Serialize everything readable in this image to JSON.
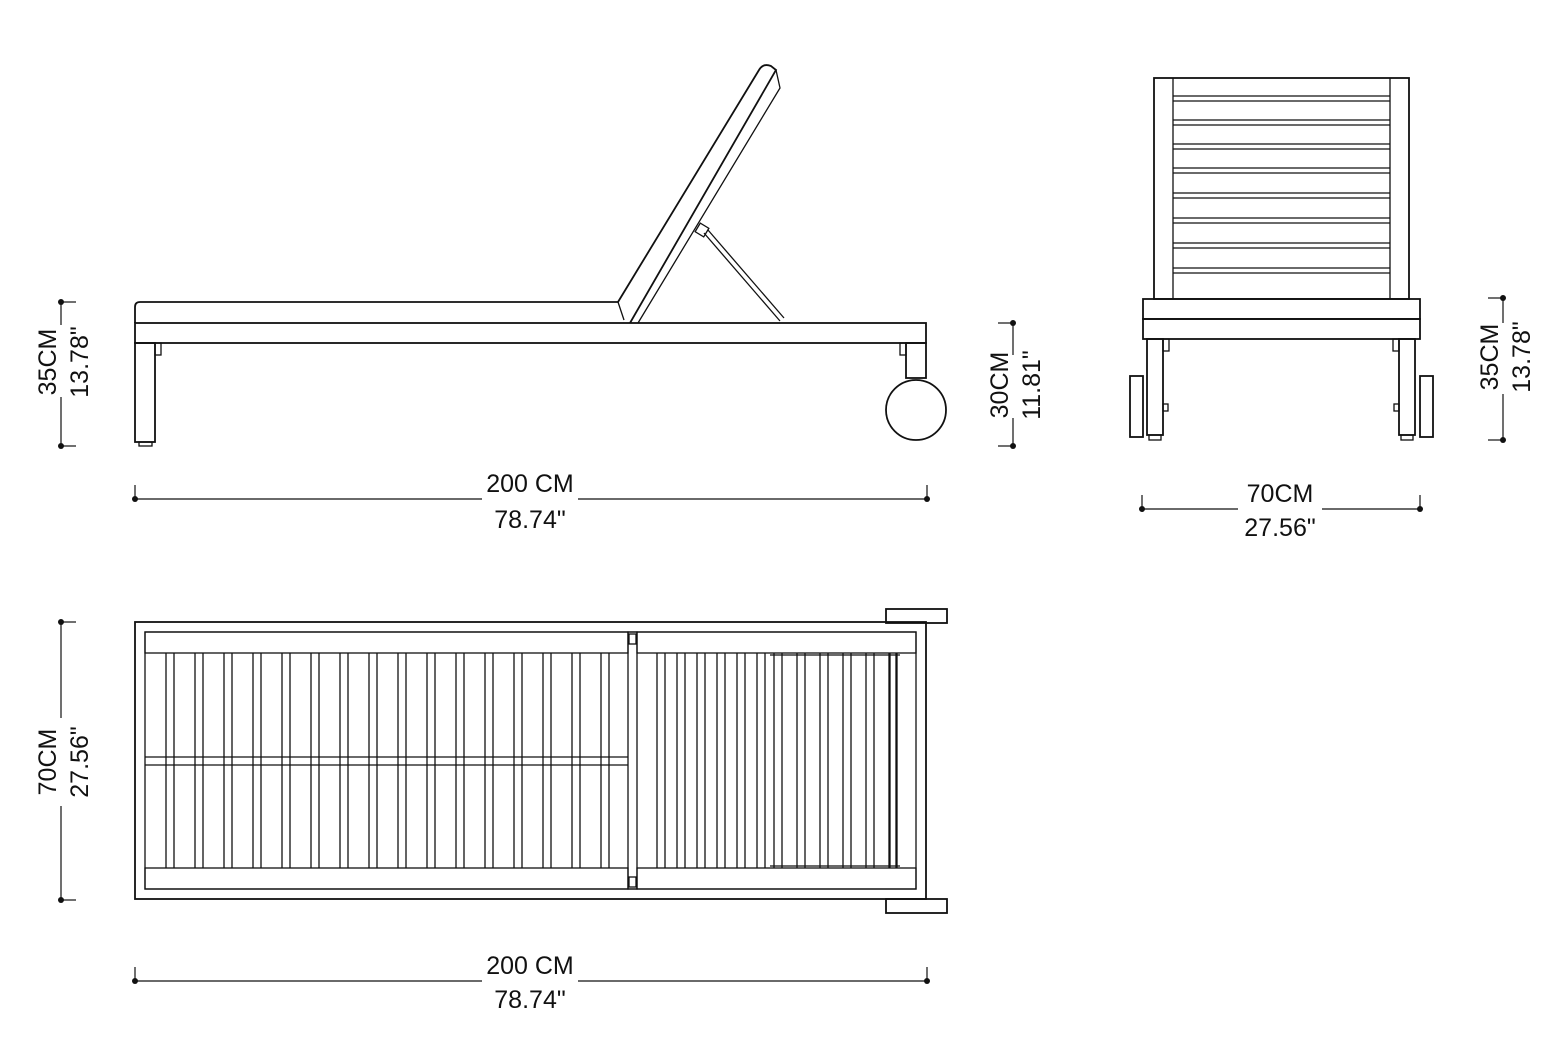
{
  "dimensions": {
    "side_height": {
      "metric": "35CM",
      "imperial": "13.78\""
    },
    "side_length": {
      "metric": "200 CM",
      "imperial": "78.74\""
    },
    "wheel_height": {
      "metric": "30CM",
      "imperial": "11.81\""
    },
    "front_height": {
      "metric": "35CM",
      "imperial": "13.78\""
    },
    "front_width": {
      "metric": "70CM",
      "imperial": "27.56\""
    },
    "top_width": {
      "metric": "70CM",
      "imperial": "27.56\""
    },
    "top_length": {
      "metric": "200 CM",
      "imperial": "78.74\""
    }
  }
}
